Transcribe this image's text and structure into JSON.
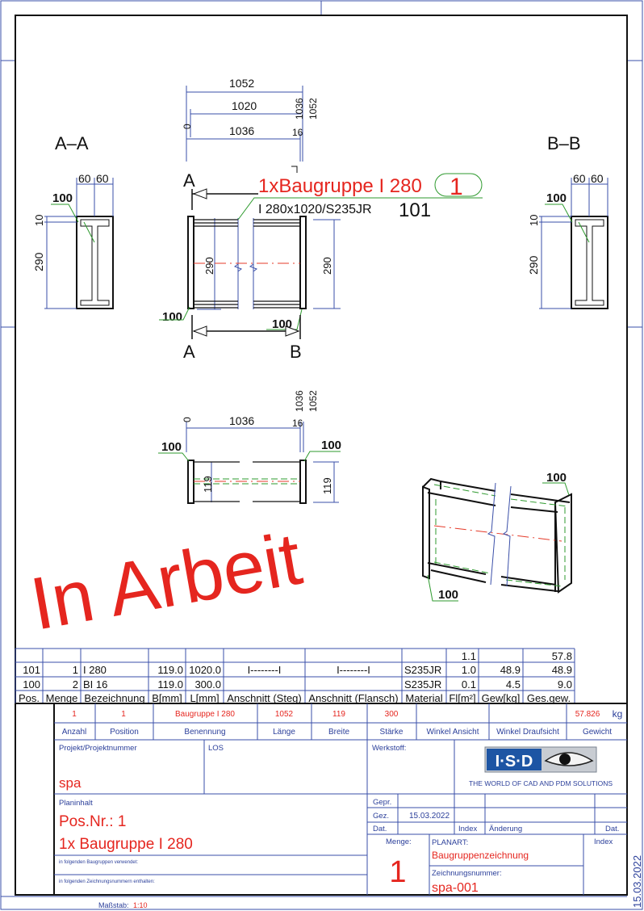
{
  "views": {
    "section_a": "A–A",
    "section_b": "B–B",
    "cut_a": "A",
    "cut_b": "B",
    "dim_1052": "1052",
    "dim_1020": "1020",
    "dim_1036": "1036",
    "dim_0": "0",
    "dim_16": "16",
    "dim_1036_rot": "1036",
    "dim_1052_rot": "1052",
    "dim_290": "290",
    "dim_60": "60",
    "dim_10": "10",
    "dim_119": "119",
    "pos_100": "100",
    "callout_title": "1xBaugruppe I 280",
    "callout_number": "1",
    "callout_profile": "I 280x1020/S235JR",
    "callout_pos": "101"
  },
  "parts_list": {
    "headers": [
      "Pos.",
      "Menge",
      "Bezeichnung",
      "B[mm]",
      "L[mm]",
      "Anschnitt (Steg)",
      "Anschnitt (Flansch)",
      "Material",
      "Fl[m²]",
      "Gew[kg]",
      "Ges.gew."
    ],
    "total_row": [
      "",
      "",
      "",
      "",
      "",
      "",
      "",
      "",
      "1.1",
      "",
      "57.8"
    ],
    "rows": [
      [
        "101",
        "1",
        "I 280",
        "119.0",
        "1020.0",
        "I--------I",
        "I--------I",
        "S235JR",
        "1.0",
        "48.9",
        "48.9"
      ],
      [
        "100",
        "2",
        "BI 16",
        "119.0",
        "300.0",
        "",
        "",
        "S235JR",
        "0.1",
        "4.5",
        "9.0"
      ]
    ]
  },
  "title_block": {
    "values": {
      "anzahl": "1",
      "position": "1",
      "benennung": "Baugruppe I 280",
      "laenge": "1052",
      "breite": "119",
      "staerke": "300",
      "gewicht": "57.826",
      "gewicht_unit": "kg"
    },
    "labels": {
      "anzahl": "Anzahl",
      "position": "Position",
      "benennung": "Benennung",
      "laenge": "Länge",
      "breite": "Breite",
      "staerke": "Stärke",
      "winkel_ansicht": "Winkel Ansicht",
      "winkel_draufsicht": "Winkel Draufsicht",
      "gewicht": "Gewicht",
      "projekt": "Projekt/Projektnummer",
      "los": "LOS",
      "werkstoff": "Werkstoff:",
      "planinhalt": "Planinhalt",
      "baugruppen": "in folgenden Baugruppen verwendet:",
      "zeichnungsnummern": "in folgenden Zeichnungsnummern enthalten:",
      "gepr": "Gepr.",
      "gez": "Gez.",
      "dat": "Dat.",
      "index": "Index",
      "aenderung": "Änderung",
      "dat2": "Dat.",
      "menge": "Menge:",
      "planart": "PLANART:",
      "zeichnungsnummer": "Zeichnungsnummer:",
      "index2": "Index",
      "massstab": "Maßstab:"
    },
    "projekt": "spa",
    "pos_nr": "Pos.Nr.: 1",
    "plan_title": "1x Baugruppe I 280",
    "gez_date": "15.03.2022",
    "menge": "1",
    "planart": "Baugruppenzeichnung",
    "zeichnungsnummer": "spa-001",
    "massstab": "1:10",
    "side_date": "15.03.2022",
    "logo_text": "I·S·D",
    "logo_tagline": "THE WORLD OF CAD AND PDM SOLUTIONS",
    "stamp": "In Arbeit"
  },
  "colors": {
    "frame": "#111111",
    "lines": "#3a4fa8",
    "accent_red": "#e5261f",
    "leader_green": "#2e9a2e"
  }
}
